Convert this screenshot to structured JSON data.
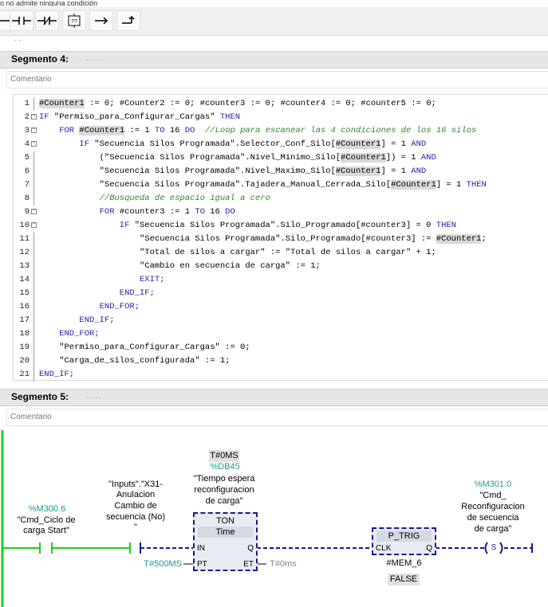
{
  "top_fragment": "o no admite ninguna condición",
  "toolbar": {
    "items": [
      {
        "name": "contact-no-icon"
      },
      {
        "name": "contact-nc-icon"
      },
      {
        "name": "coil-icon"
      },
      {
        "name": "empty-box-icon",
        "label": "??"
      },
      {
        "name": "open-branch-icon"
      },
      {
        "name": "close-branch-icon"
      }
    ]
  },
  "segment4": {
    "title": "Segmento 4:",
    "dots": ".....",
    "comment": "Comentario",
    "lines": [
      {
        "n": "1",
        "indent": 0,
        "parts": [
          {
            "t": "#Counter1",
            "c": "hl"
          },
          {
            "t": " := 0; #Counter2 := 0; #counter3 := 0; #counter4 := 0; #counter5 := 0;"
          }
        ]
      },
      {
        "n": "2",
        "indent": 0,
        "fold": "open",
        "parts": [
          {
            "t": "IF ",
            "c": "kw"
          },
          {
            "t": "\"Permiso_para_Configurar_Cargas\" "
          },
          {
            "t": "THEN",
            "c": "kw"
          }
        ]
      },
      {
        "n": "3",
        "indent": 4,
        "fold": "open",
        "parts": [
          {
            "t": "FOR ",
            "c": "kw"
          },
          {
            "t": "#Counter1",
            "c": "hl"
          },
          {
            "t": " := 1 "
          },
          {
            "t": "TO",
            "c": "kw"
          },
          {
            "t": " 16 "
          },
          {
            "t": "DO",
            "c": "kw"
          },
          {
            "t": "  "
          },
          {
            "t": "//Loop para escanear las 4 condiciones de los 16 silos",
            "c": "cm"
          }
        ]
      },
      {
        "n": "4",
        "indent": 8,
        "fold": "open",
        "parts": [
          {
            "t": "IF ",
            "c": "kw"
          },
          {
            "t": "\"Secuencia Silos Programada\".Selector_Conf_Silo["
          },
          {
            "t": "#Counter1",
            "c": "hl"
          },
          {
            "t": "] = 1 "
          },
          {
            "t": "AND",
            "c": "kw"
          }
        ]
      },
      {
        "n": "5",
        "indent": 12,
        "parts": [
          {
            "t": "(\"Secuencia Silos Programada\".Nivel_Minimo_Silo["
          },
          {
            "t": "#Counter1",
            "c": "hl"
          },
          {
            "t": "]) = 1 "
          },
          {
            "t": "AND",
            "c": "kw"
          }
        ]
      },
      {
        "n": "6",
        "indent": 12,
        "parts": [
          {
            "t": "\"Secuencia Silos Programada\".Nivel_Maximo_Silo["
          },
          {
            "t": "#Counter1",
            "c": "hl"
          },
          {
            "t": "] = 1 "
          },
          {
            "t": "AND",
            "c": "kw"
          }
        ]
      },
      {
        "n": "7",
        "indent": 12,
        "parts": [
          {
            "t": "\"Secuencia Silos Programada\".Tajadera_Manual_Cerrada_Silo["
          },
          {
            "t": "#Counter1",
            "c": "hl"
          },
          {
            "t": "] = 1 "
          },
          {
            "t": "THEN",
            "c": "kw"
          }
        ]
      },
      {
        "n": "8",
        "indent": 12,
        "parts": [
          {
            "t": "//Busqueda de espacio igual a cero",
            "c": "cm"
          }
        ]
      },
      {
        "n": "9",
        "indent": 12,
        "fold": "open",
        "parts": [
          {
            "t": "FOR ",
            "c": "kw"
          },
          {
            "t": "#counter3 := 1 "
          },
          {
            "t": "TO",
            "c": "kw"
          },
          {
            "t": " 16 "
          },
          {
            "t": "DO",
            "c": "kw"
          }
        ]
      },
      {
        "n": "10",
        "indent": 16,
        "fold": "open",
        "parts": [
          {
            "t": "IF ",
            "c": "kw"
          },
          {
            "t": "\"Secuencia Silos Programada\".Silo_Programado[#counter3] = 0 "
          },
          {
            "t": "THEN",
            "c": "kw"
          }
        ]
      },
      {
        "n": "11",
        "indent": 20,
        "parts": [
          {
            "t": "\"Secuencia Silos Programada\".Silo_Programado[#counter3] := "
          },
          {
            "t": "#Counter1",
            "c": "hl"
          },
          {
            "t": ";"
          }
        ]
      },
      {
        "n": "12",
        "indent": 20,
        "parts": [
          {
            "t": "\"Total de silos a cargar\" := \"Total de silos a cargar\" + 1;"
          }
        ]
      },
      {
        "n": "13",
        "indent": 20,
        "parts": [
          {
            "t": "\"Cambio en secuencia de carga\" := 1;"
          }
        ]
      },
      {
        "n": "14",
        "indent": 20,
        "parts": [
          {
            "t": "EXIT;",
            "c": "kw"
          }
        ]
      },
      {
        "n": "15",
        "indent": 16,
        "parts": [
          {
            "t": "END_IF;",
            "c": "kw"
          }
        ]
      },
      {
        "n": "16",
        "indent": 12,
        "parts": [
          {
            "t": "END_FOR;",
            "c": "kw"
          }
        ]
      },
      {
        "n": "17",
        "indent": 8,
        "parts": [
          {
            "t": "END_IF;",
            "c": "kw"
          }
        ]
      },
      {
        "n": "18",
        "indent": 4,
        "parts": [
          {
            "t": "END_FOR;",
            "c": "kw"
          }
        ]
      },
      {
        "n": "19",
        "indent": 4,
        "parts": [
          {
            "t": "\"Permiso_para_Configurar_Cargas\" := 0;"
          }
        ]
      },
      {
        "n": "20",
        "indent": 4,
        "parts": [
          {
            "t": "\"Carga_de_silos_configurada\" := 1;"
          }
        ]
      },
      {
        "n": "21",
        "indent": 0,
        "parts": [
          {
            "t": "END_IF;",
            "c": "kw"
          }
        ]
      }
    ]
  },
  "segment5": {
    "title": "Segmento 5:",
    "dots": ".....",
    "comment": "Comentario",
    "contact1": {
      "address": "%M300.6",
      "name1": "\"Cmd_Ciclo de",
      "name2": "carga Start\""
    },
    "contact2": {
      "l1": "\"Inputs\".\"X31-",
      "l2": "Anulacion",
      "l3": "Cambio de",
      "l4": "secuencia (No)",
      "l5": "\""
    },
    "timer": {
      "preset_top": "T#0MS",
      "db": "%DB45",
      "name1": "\"Tiempo espera",
      "name2": "reconfiguracion",
      "name3": "de carga\"",
      "type": "TON",
      "subtype": "Time",
      "in_pin": "IN",
      "pt_pin": "PT",
      "q_pin": "Q",
      "et_pin": "ET",
      "pt_value": "T#500MS",
      "et_value": "T#0ms"
    },
    "ptrig": {
      "type": "P_TRIG",
      "clk_pin": "CLK",
      "q_pin": "Q",
      "mem": "#MEM_6",
      "state": "FALSE"
    },
    "coil": {
      "address": "%M301.0",
      "l1": "\"Cmd_",
      "l2": "Reconfiguracion",
      "l3": "de secuencia",
      "l4": "de carga\"",
      "symbol": "S"
    }
  }
}
